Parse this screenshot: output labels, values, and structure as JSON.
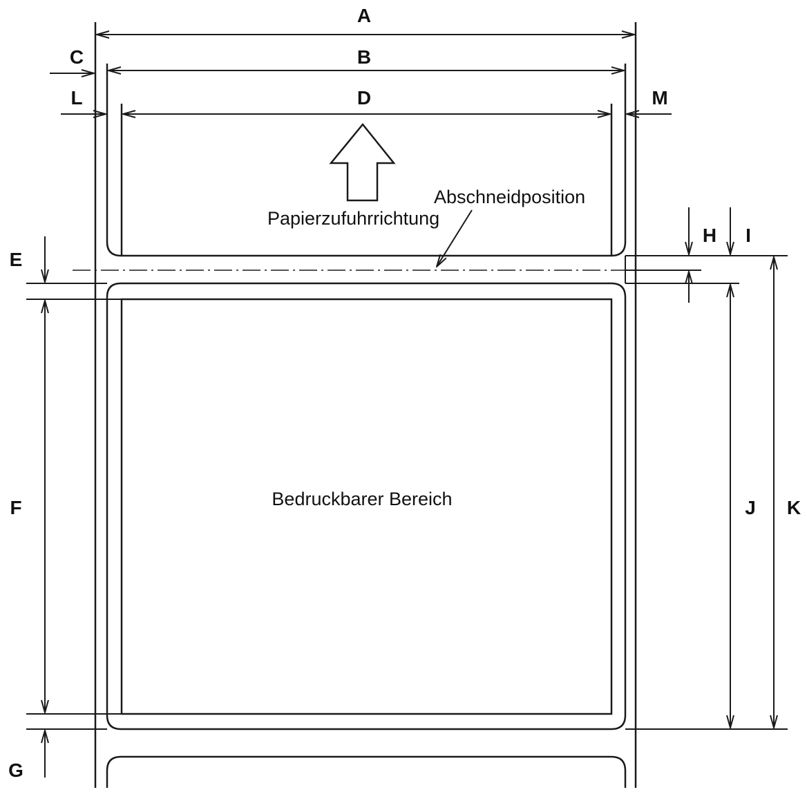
{
  "labels": {
    "A": "A",
    "B": "B",
    "C": "C",
    "D": "D",
    "E": "E",
    "F": "F",
    "G": "G",
    "H": "H",
    "I": "I",
    "J": "J",
    "K": "K",
    "L": "L",
    "M": "M"
  },
  "text": {
    "feed_direction": "Papierzufuhrrichtung",
    "cut_position": "Abschneidposition",
    "printable_area": "Bedruckbarer Bereich"
  }
}
